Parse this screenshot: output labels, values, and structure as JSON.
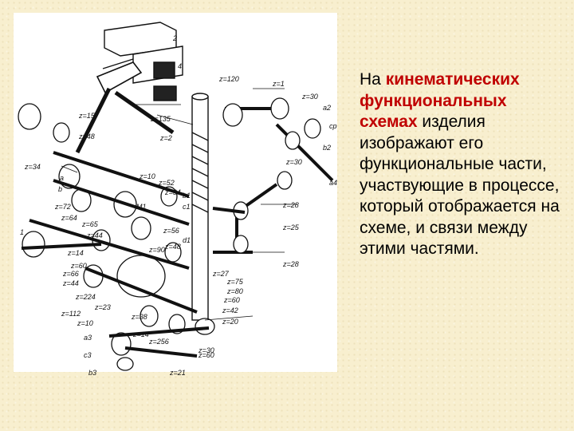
{
  "slide": {
    "text_parts": [
      {
        "text": "На ",
        "highlight": false
      },
      {
        "text": "кинематических функциональных схемах",
        "highlight": true
      },
      {
        "text": " изделия изображают его функциональные части, участвующие в процессе, который отображается на схеме, и связи между этими частями.",
        "highlight": false
      }
    ],
    "highlight_color": "#c00000"
  },
  "figure": {
    "labels": [
      "z=120",
      "z=1",
      "z=30",
      "a2",
      "z=15",
      "z=135",
      "z=2",
      "cp",
      "z=48",
      "b2",
      "z=30",
      "a4",
      "z=34",
      "z=10",
      "z=52",
      "z=34",
      "b1",
      "z=28",
      "c1",
      "z=72",
      "z=64",
      "z=25",
      "M1",
      "z=65",
      "z=44",
      "z=56",
      "d1",
      "z=48",
      "z=90",
      "z=14",
      "z=60",
      "z=28",
      "z=27",
      "z=75",
      "z=66",
      "z=44",
      "z=80",
      "z=224",
      "z=60",
      "z=112",
      "z=23",
      "z=42",
      "z=38",
      "z=20",
      "z=10",
      "a3",
      "z=14",
      "z=256",
      "c3",
      "z=60",
      "z=30",
      "b3",
      "z=21",
      "1",
      "2",
      "4",
      "a",
      "b"
    ]
  }
}
